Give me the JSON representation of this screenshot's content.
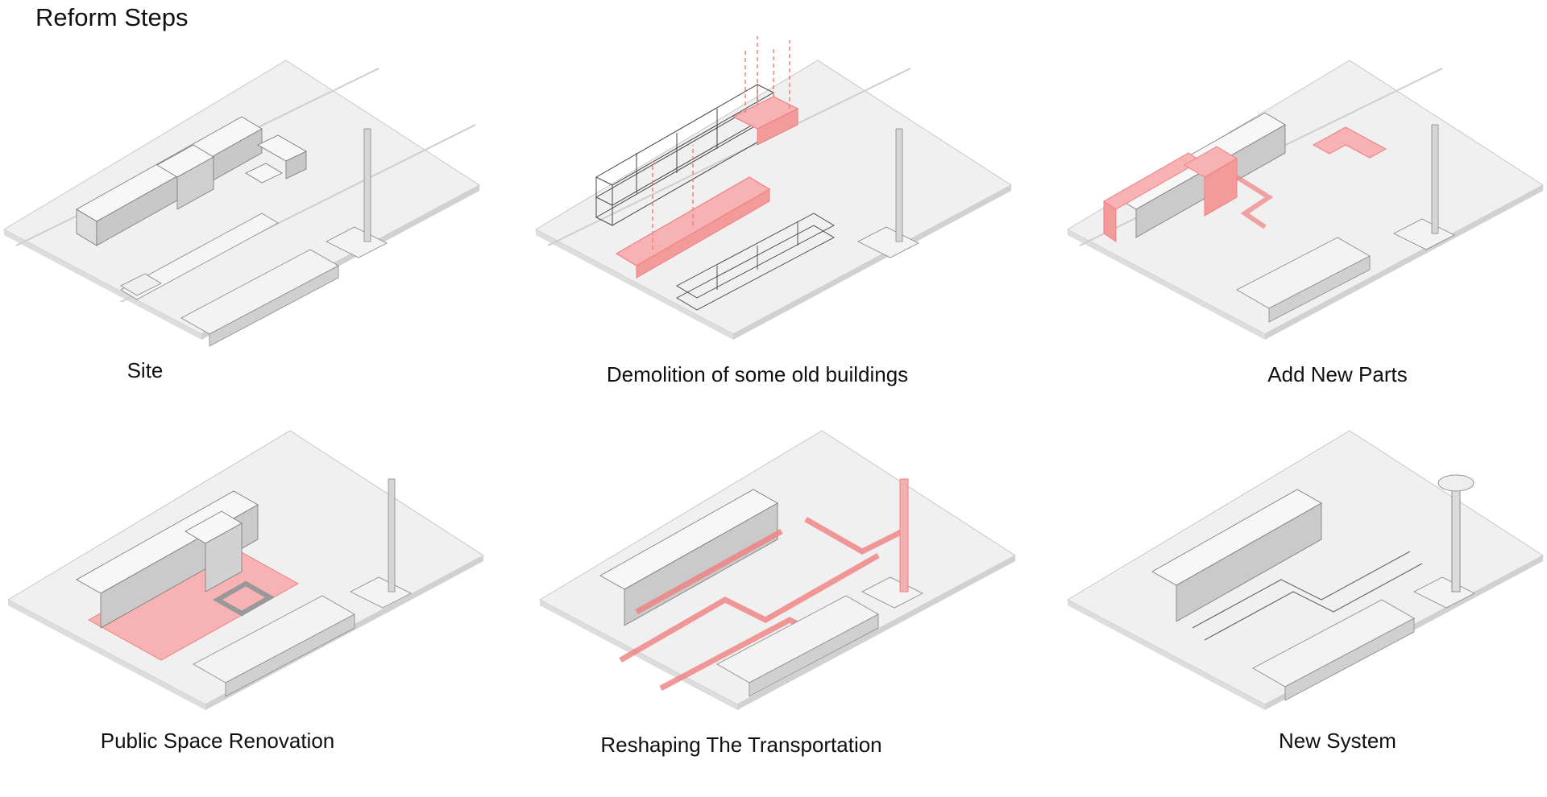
{
  "page": {
    "title": "Reform Steps"
  },
  "steps": [
    {
      "caption": "Site"
    },
    {
      "caption": "Demolition of some old buildings"
    },
    {
      "caption": "Add New Parts"
    },
    {
      "caption": "Public Space Renovation"
    },
    {
      "caption": "Reshaping The Transportation"
    },
    {
      "caption": "New System"
    }
  ],
  "colors": {
    "highlight": "#f08080",
    "highlight_fill": "#f7b3b3",
    "ground": "#f1f0f0",
    "ground_edge": "#c9c7c7",
    "building_top": "#f7f7f7",
    "building_left": "#dcdcdc",
    "building_right": "#c8c8c8",
    "line": "#555555"
  }
}
